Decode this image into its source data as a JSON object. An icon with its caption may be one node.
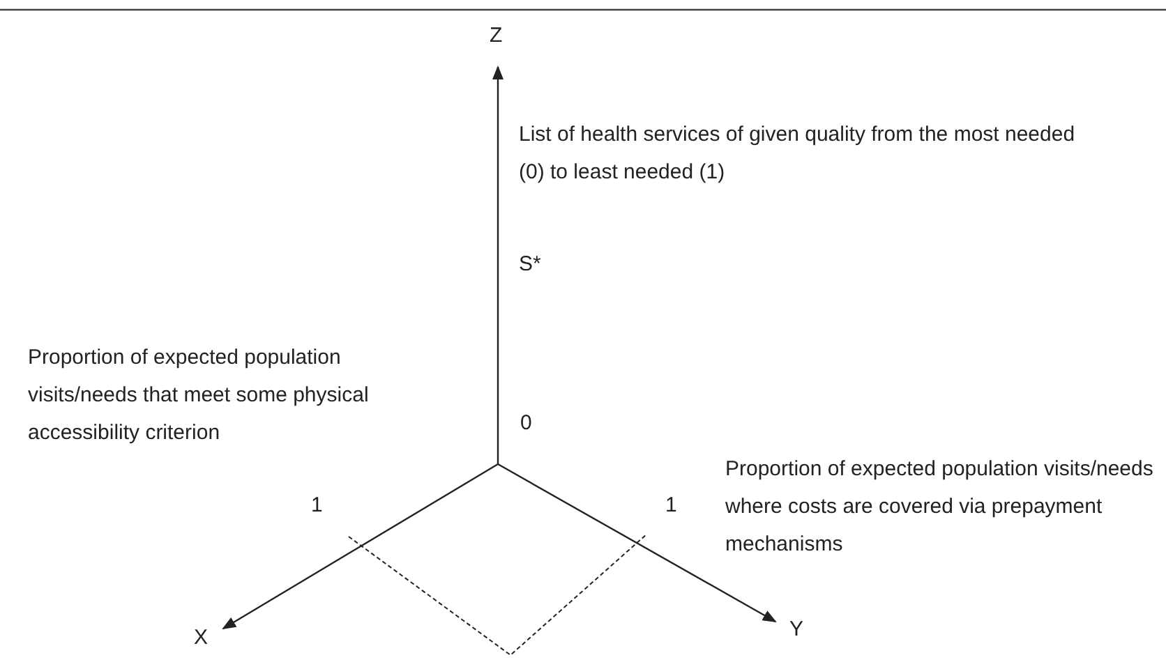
{
  "diagram": {
    "labels": [
      "Z",
      "List of health services of given quality from the most needed (0) to least needed (1)",
      "S*",
      "Proportion of expected population visits/needs that meet some physical accessibility criterion",
      "0",
      "Proportion of expected population visits/needs where costs are covered via prepayment mechanisms",
      "1",
      "1",
      "X",
      "Y"
    ]
  }
}
